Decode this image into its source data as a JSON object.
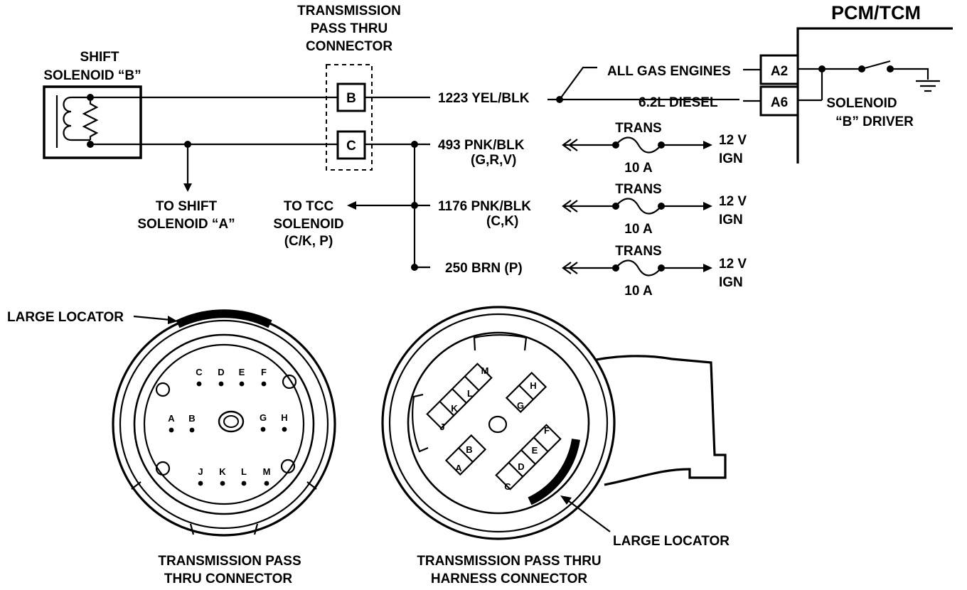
{
  "labels": {
    "pcm_title": "PCM/TCM",
    "pass_thru_line1": "TRANSMISSION",
    "pass_thru_line2": "PASS THRU",
    "pass_thru_line3": "CONNECTOR",
    "shift_b_line1": "SHIFT",
    "shift_b_line2": "SOLENOID “B”",
    "terminal_b": "B",
    "terminal_c": "C",
    "pin_a2": "A2",
    "pin_a6": "A6",
    "all_gas": "ALL GAS ENGINES",
    "diesel": "6.2L DIESEL",
    "wire_1223": "1223 YEL/BLK",
    "driver_line1": "SOLENOID",
    "driver_line2": "“B” DRIVER",
    "to_shift_a_line1": "TO SHIFT",
    "to_shift_a_line2": "SOLENOID “A”",
    "to_tcc_line1": "TO TCC",
    "to_tcc_line2": "SOLENOID",
    "to_tcc_line3": "(C/K, P)",
    "left_conn_line1": "TRANSMISSION PASS",
    "left_conn_line2": "THRU CONNECTOR",
    "right_conn_line1": "TRANSMISSION PASS THRU",
    "right_conn_line2": "HARNESS CONNECTOR",
    "large_locator_left": "LARGE LOCATOR",
    "large_locator_right": "LARGE LOCATOR"
  },
  "circuits": [
    {
      "wire": "493 PNK/BLK",
      "models": "(G,R,V)",
      "fuse_name": "TRANS",
      "fuse_rating": "10 A",
      "source_line1": "12 V",
      "source_line2": "IGN"
    },
    {
      "wire": "1176 PNK/BLK",
      "models": "(C,K)",
      "fuse_name": "TRANS",
      "fuse_rating": "10 A",
      "source_line1": "12 V",
      "source_line2": "IGN"
    },
    {
      "wire": "250 BRN (P)",
      "models": "",
      "fuse_name": "TRANS",
      "fuse_rating": "10 A",
      "source_line1": "12 V",
      "source_line2": "IGN"
    }
  ],
  "left_connector_pins": [
    "A",
    "B",
    "C",
    "D",
    "E",
    "F",
    "G",
    "H",
    "J",
    "K",
    "L",
    "M"
  ],
  "right_connector_pins": [
    "A",
    "B",
    "C",
    "D",
    "E",
    "F",
    "G",
    "H",
    "J",
    "K",
    "L",
    "M"
  ]
}
